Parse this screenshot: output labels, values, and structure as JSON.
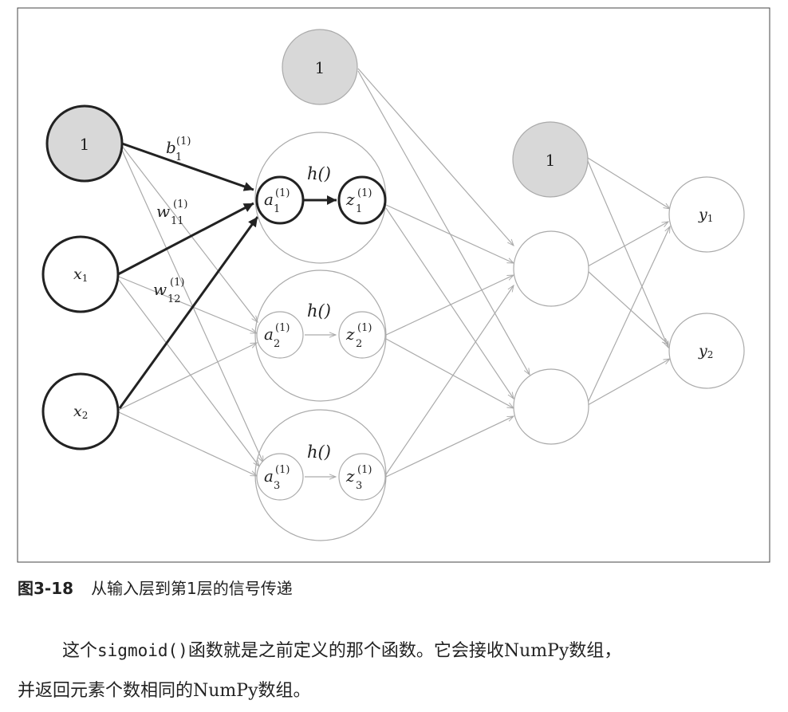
{
  "figure": {
    "bias_label": "1",
    "inputs": {
      "x1_base": "x",
      "x1_sub": "1",
      "x2_base": "x",
      "x2_sub": "2"
    },
    "hidden": {
      "h_label": "h()",
      "a_base": "a",
      "z_base": "z",
      "sup": "(1)",
      "subs": [
        "1",
        "2",
        "3"
      ]
    },
    "outputs": {
      "y1_base": "y",
      "y1_sub": "1",
      "y2_base": "y",
      "y2_sub": "2"
    },
    "weights": {
      "b_base": "b",
      "b_sub": "1",
      "b_sup": "(1)",
      "w11_base": "w",
      "w11_sub": "11",
      "w11_sup": "(1)",
      "w12_base": "w",
      "w12_sub": "12",
      "w12_sup": "(1)"
    }
  },
  "caption": {
    "number": "图3-18",
    "text": "从输入层到第1层的信号传递"
  },
  "paragraph": {
    "line1_pre": "这个",
    "line1_code": "sigmoid()",
    "line1_post": "函数就是之前定义的那个函数。它会接收NumPy数组，",
    "line2": "并返回元素个数相同的NumPy数组。"
  }
}
